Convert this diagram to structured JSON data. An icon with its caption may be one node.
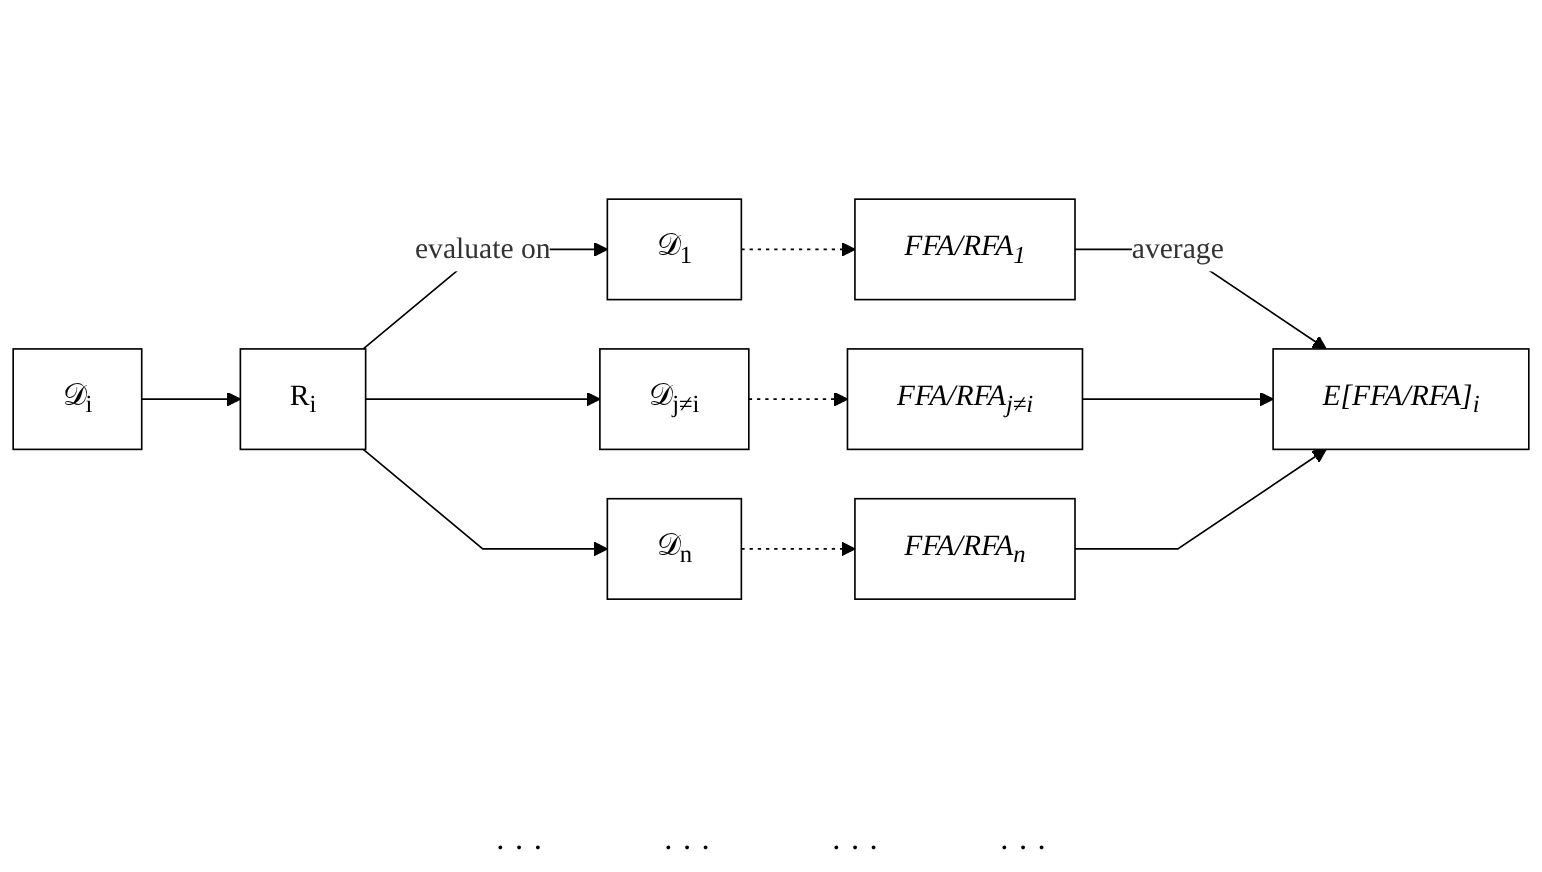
{
  "diagram": {
    "nodes": [
      {
        "text": [
          "𝒟$_{i}$"
        ]
      },
      {
        "text": [
          "R$_{i}$"
        ]
      },
      {
        "text": [
          "𝒟$_{1}$"
        ]
      },
      {
        "text": [
          "𝒟$_{j≠i}$"
        ]
      },
      {
        "text": [
          "𝒟$_{n}$"
        ]
      },
      {
        "text": [
          "FFA/RFA$_{1}$"
        ]
      },
      {
        "text": [
          "FFA/RFA$_{j≠i}$"
        ]
      },
      {
        "text": [
          "FFA/RFA$_{n}$"
        ]
      },
      {
        "text": [
          "E[FFA/RFA]$_{i}$"
        ]
      }
    ],
    "edges": [
      {
        "from": 0,
        "to": 1,
        "arrow": "to"
      },
      {
        "from": 1,
        "to": 2,
        "arrow": "to",
        "label": "evaluate on"
      },
      {
        "from": 1,
        "to": 3,
        "arrow": "to"
      },
      {
        "from": 1,
        "to": 4,
        "arrow": "to"
      },
      {
        "from": 2,
        "to": 5,
        "arrow": "to",
        "style": "dashed"
      },
      {
        "from": 3,
        "to": 6,
        "arrow": "to",
        "style": "dashed"
      },
      {
        "from": 4,
        "to": 7,
        "arrow": "to",
        "style": "dashed"
      },
      {
        "from": 5,
        "to": 8,
        "arrow": "to",
        "label": "average"
      },
      {
        "from": 6,
        "to": 8,
        "arrow": "to"
      },
      {
        "from": 7,
        "to": 8,
        "arrow": "to"
      }
    ],
    "labels": [
      "· · ·",
      "· · ·",
      "· · ·",
      "· · ·"
    ]
  }
}
